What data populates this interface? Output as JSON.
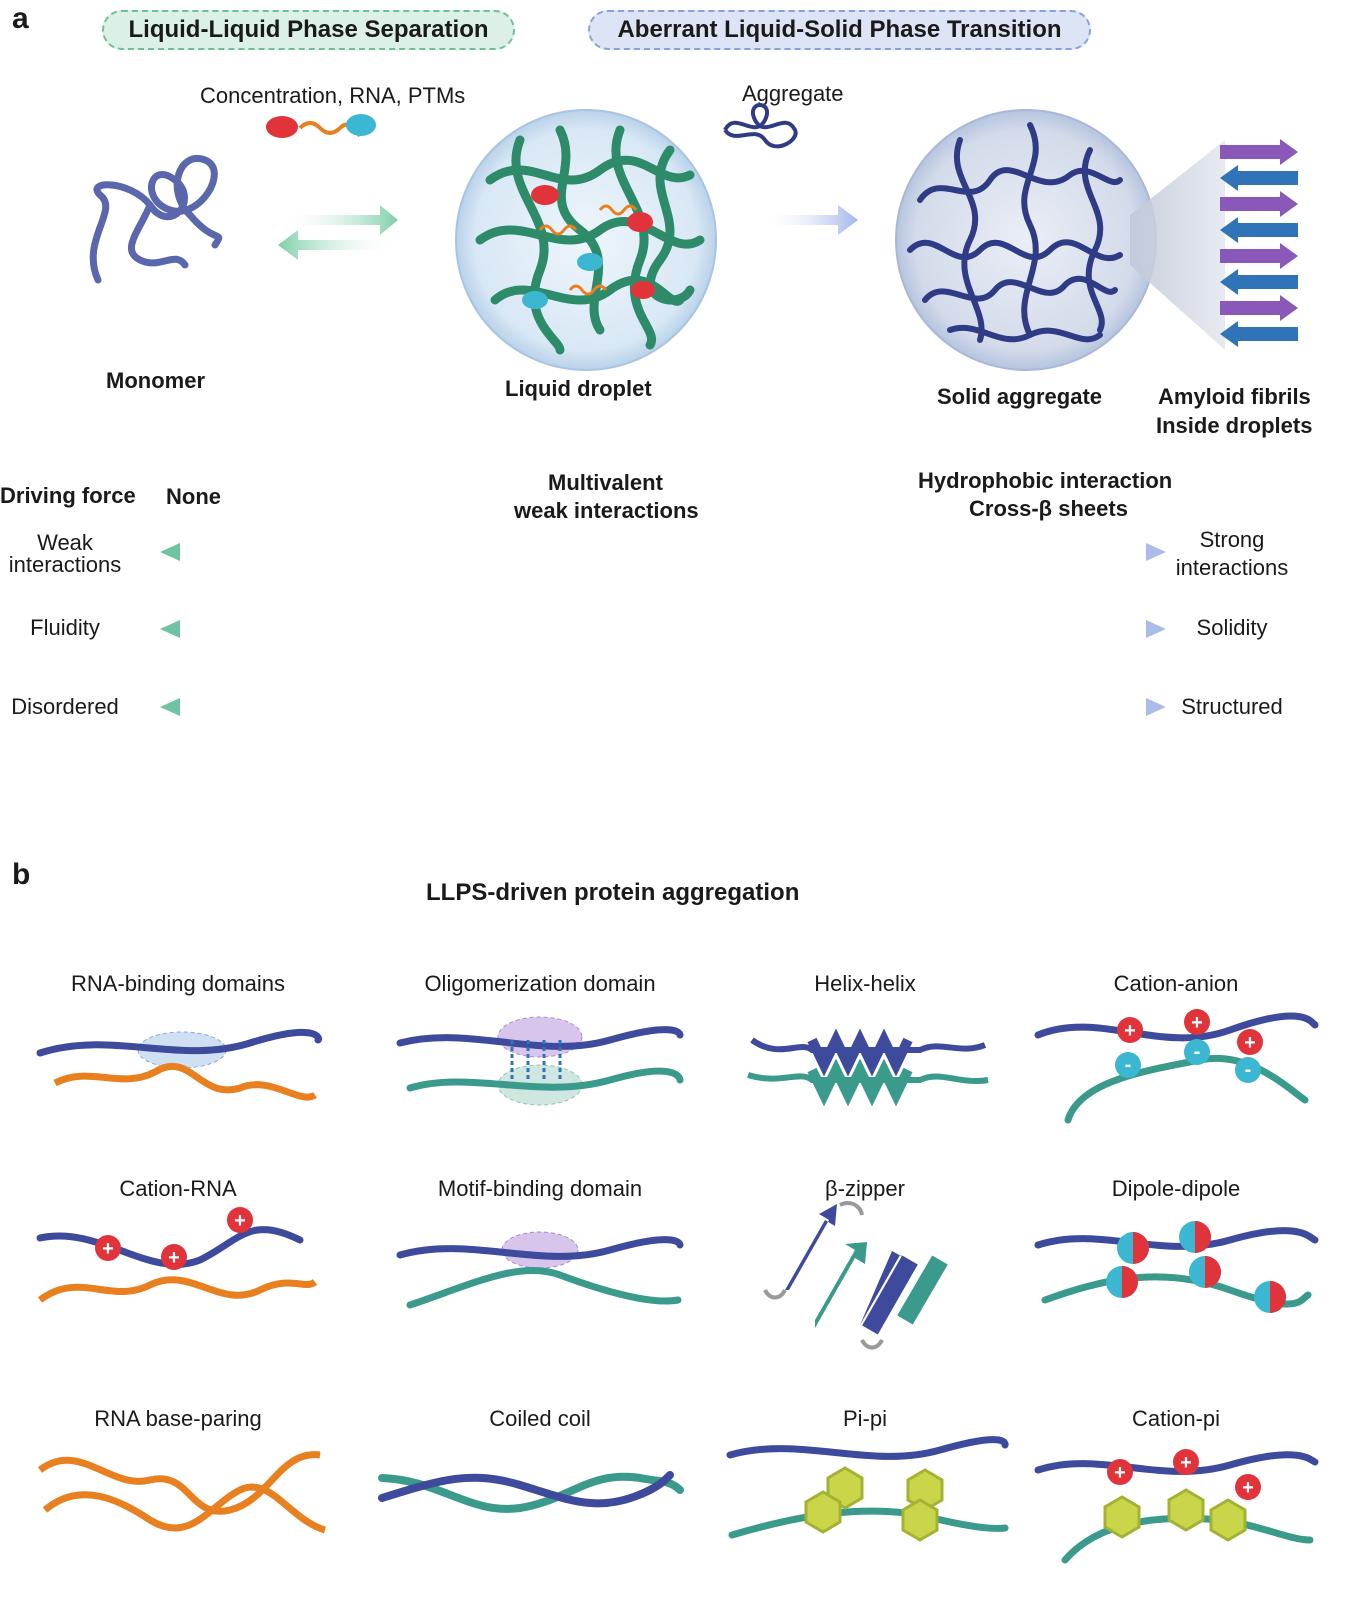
{
  "panel_a": {
    "letter": "a",
    "pill_left": "Liquid-Liquid Phase Separation",
    "pill_right": "Aberrant Liquid-Solid Phase Transition",
    "conditions": "Concentration, RNA, PTMs",
    "aggregate": "Aggregate",
    "monomer": "Monomer",
    "liquid_droplet": "Liquid droplet",
    "solid_aggregate": "Solid aggregate",
    "amyloid_line1": "Amyloid fibrils",
    "amyloid_line2": "Inside droplets",
    "driving_force": "Driving force",
    "none": "None",
    "multivalent_line1": "Multivalent",
    "multivalent_line2": "weak interactions",
    "hydrophobic_line1": "Hydrophobic interaction",
    "hydrophobic_line2": "Cross-β sheets",
    "scales": [
      {
        "left_line1": "Weak",
        "left_line2": "interactions",
        "right_line1": "Strong",
        "right_line2": "interactions"
      },
      {
        "left_line1": "Fluidity",
        "left_line2": "",
        "right_line1": "Solidity",
        "right_line2": ""
      },
      {
        "left_line1": "Disordered",
        "left_line2": "",
        "right_line1": "Structured",
        "right_line2": ""
      }
    ]
  },
  "panel_b": {
    "letter": "b",
    "title": "LLPS-driven protein aggregation",
    "cells": [
      "RNA-binding domains",
      "Oligomerization domain",
      "Helix-helix",
      "Cation-anion",
      "Cation-RNA",
      "Motif-binding domain",
      "β-zipper",
      "Dipole-dipole",
      "RNA base-paring",
      "Coiled coil",
      "Pi-pi",
      "Cation-pi"
    ]
  },
  "colors": {
    "navy": "#3e4a9c",
    "teal": "#3a9a8c",
    "green_chain": "#2e8b6a",
    "orange": "#e8801f",
    "red": "#e0333a",
    "cyan": "#3bb7d2",
    "purple": "#8a58b8",
    "blue_arrow": "#2e74b6",
    "pill_left_bg": "#dcf0e6",
    "pill_right_bg": "#dde4f5"
  }
}
